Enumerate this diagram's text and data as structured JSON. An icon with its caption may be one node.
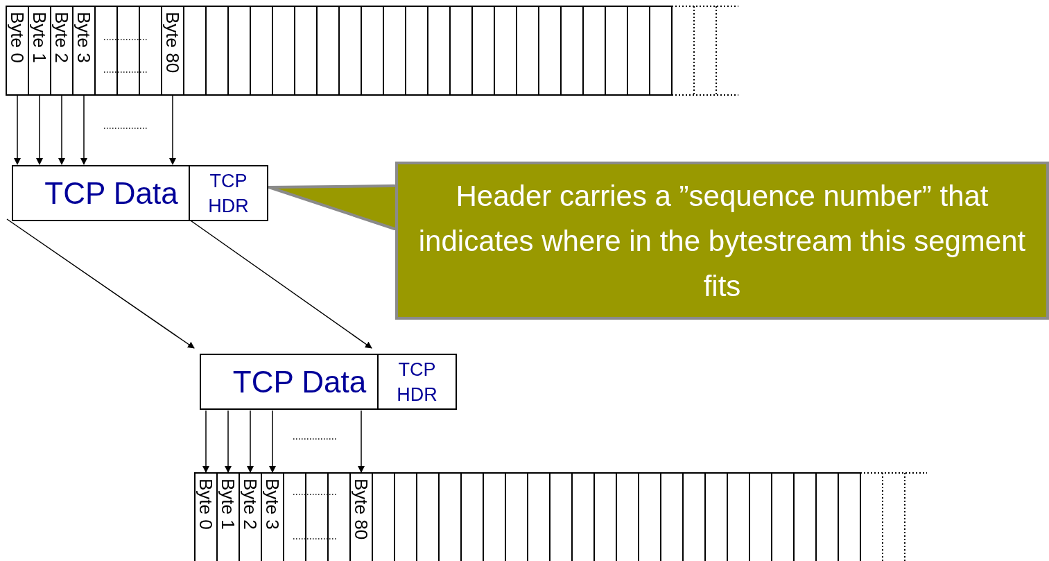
{
  "diagram": {
    "nodes": [
      {
        "text": [
          "Byte 0"
        ]
      },
      {
        "text": [
          "Byte 1"
        ]
      },
      {
        "text": [
          "Byte 2"
        ]
      },
      {
        "text": [
          "Byte 3"
        ]
      },
      {
        "text": [
          "Byte 80"
        ]
      },
      {
        "text": [
          "TCP Data"
        ]
      },
      {
        "text": [
          "TCP HDR"
        ]
      },
      {
        "text": [
          "TCP Data"
        ]
      },
      {
        "text": [
          "TCP HDR"
        ]
      },
      {
        "text": [
          "Byte 0"
        ]
      },
      {
        "text": [
          "Byte 1"
        ]
      },
      {
        "text": [
          "Byte 2"
        ]
      },
      {
        "text": [
          "Byte 3"
        ]
      },
      {
        "text": [
          "Byte 80"
        ]
      },
      {
        "text": [
          "Header carries a ”sequence number” that indicates where in the bytestream this segment fits"
        ]
      }
    ],
    "edges": [
      {
        "from": 0,
        "to": 5,
        "arrow": "to"
      },
      {
        "from": 1,
        "to": 5,
        "arrow": "to"
      },
      {
        "from": 2,
        "to": 5,
        "arrow": "to"
      },
      {
        "from": 3,
        "to": 5,
        "arrow": "to"
      },
      {
        "from": 4,
        "to": 5,
        "arrow": "to"
      },
      {
        "from": 5,
        "to": 7,
        "arrow": "to"
      },
      {
        "from": 5,
        "to": 7,
        "arrow": "to"
      },
      {
        "from": 7,
        "to": 9,
        "arrow": "to"
      },
      {
        "from": 7,
        "to": 10,
        "arrow": "to"
      },
      {
        "from": 7,
        "to": 11,
        "arrow": "to"
      },
      {
        "from": 7,
        "to": 12,
        "arrow": "to"
      },
      {
        "from": 7,
        "to": 13,
        "arrow": "to"
      },
      {
        "from": 14,
        "to": 6,
        "arrow": "none",
        "style": "thick",
        "color": "#8a8a8a"
      }
    ]
  }
}
